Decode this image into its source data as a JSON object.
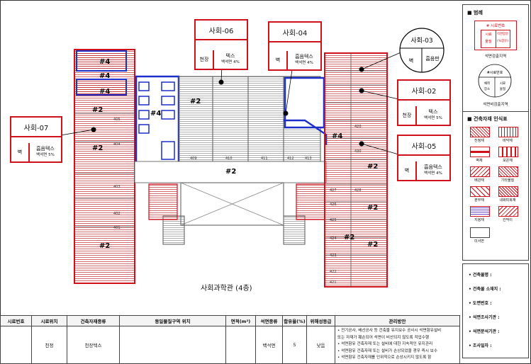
{
  "plan": {
    "caption": "사회과학관 (4층)",
    "room_labels": [
      {
        "id": "r1",
        "text": "#4"
      },
      {
        "id": "r2",
        "text": "#4"
      },
      {
        "id": "r3",
        "text": "#2"
      },
      {
        "id": "r4",
        "text": "#2"
      },
      {
        "id": "r5",
        "text": "#4"
      },
      {
        "id": "r6",
        "text": "#2"
      },
      {
        "id": "r7",
        "text": "#4"
      },
      {
        "id": "r8",
        "text": "#2"
      },
      {
        "id": "r9",
        "text": "#2"
      },
      {
        "id": "r10",
        "text": "#2"
      },
      {
        "id": "r11",
        "text": "#2"
      },
      {
        "id": "r12",
        "text": "#2"
      },
      {
        "id": "r13",
        "text": "#2"
      },
      {
        "id": "r14",
        "text": "#4"
      }
    ],
    "room_numbers": [
      "405",
      "404",
      "403",
      "402",
      "401",
      "409",
      "410",
      "411",
      "412",
      "413",
      "430",
      "428",
      "427",
      "426",
      "425",
      "424",
      "423",
      "422",
      "421",
      "420"
    ]
  },
  "samples": [
    {
      "id": "s06",
      "title": "사회-06",
      "left": "천장",
      "right": "텍스",
      "sub": "백석면 4%"
    },
    {
      "id": "s04",
      "title": "사회-04",
      "left": "벽",
      "right": "흡음텍스",
      "sub": "백석면 4%"
    },
    {
      "id": "s02",
      "title": "사회-02",
      "left": "천장",
      "right": "텍스",
      "sub": "백석면 5%"
    },
    {
      "id": "s07",
      "title": "사회-07",
      "left": "벽",
      "right": "흡음텍스",
      "sub": "백석면 5%"
    },
    {
      "id": "s05",
      "title": "사회-05",
      "left": "벽",
      "right": "흡음텍스",
      "sub": "백석면 4%"
    }
  ],
  "circle_sample": {
    "title": "사회-03",
    "left": "벽",
    "right": "흡음판"
  },
  "legend": {
    "title": "■ 범례",
    "box1": {
      "head": "# 시료번호",
      "a": "시료",
      "b": "석면함유",
      "c": "물질",
      "d": "(%함유)"
    },
    "box1_label": "석면검출지역",
    "box2": {
      "head": "#시료번호",
      "a": "채취",
      "b": "시료",
      "c": "장소",
      "d": "물질"
    },
    "box2_label": "석면비검출지역",
    "symbols_title": "■ 건축자재 인식표",
    "symbols": [
      "천정재",
      "바닥재",
      "벽체",
      "보온재",
      "배관재",
      "기타물질",
      "분무재",
      "내화피복재",
      "지붕재",
      "칸막이",
      "미서면"
    ]
  },
  "info": {
    "rows": [
      "• 건축물명 :",
      "• 건축물 소재지 :",
      "• 도면번호 :",
      "• 석면조사기관 :",
      "• 석면분석기관 :",
      "• 조사일자 :"
    ]
  },
  "table": {
    "headers": [
      "시료번호",
      "시료위치",
      "건축자재종류",
      "동일물질구역 위치",
      "면적(m²)",
      "석면종류",
      "함유율(%)",
      "위해성등급",
      "관리방안"
    ],
    "row": {
      "no": "",
      "location": "천정",
      "material": "천장텍스",
      "zone": "",
      "area": "",
      "asbestos": "백석면",
      "rate": "5",
      "grade": "낮음",
      "plan": [
        "• 전기공사, 배선공사 등 건축물 유지보수 공사시 석면함유설비",
        "  또는 자재가 훼손되어 석면이 비산되지 않도록 작업수행",
        "• 석면함유 건축자재 또는 설비에 대한 지속적인 유지관리",
        "• 석면함유 건축자재 또는 설비가 손상되었을 경우 즉시 보수",
        "• 석면함유 건축자재를 인위적으로 손상시키지 않도록 함"
      ]
    }
  },
  "colors": {
    "red": "#d0101a",
    "blue": "#1d2fc8",
    "hatch": "#c0262e"
  }
}
